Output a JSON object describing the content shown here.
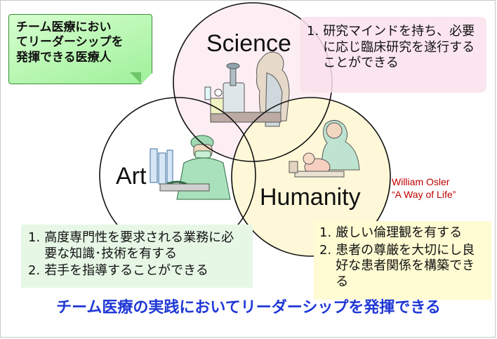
{
  "top_left_note": {
    "lines": [
      "チーム医療におい",
      "てリーダーシップを",
      "発揮できる医療人"
    ]
  },
  "circles": {
    "science": "Science",
    "art": "Art",
    "humanity": "Humanity"
  },
  "science_box": {
    "items": [
      {
        "num": "1.",
        "text": "研究マインドを持ち、必要に応じ臨床研究を遂行することができる"
      }
    ]
  },
  "art_box": {
    "items": [
      {
        "num": "1.",
        "text": "高度専門性を要求される業務に必要な知識･技術を有する"
      },
      {
        "num": "2.",
        "text": "若手を指導することができる"
      }
    ]
  },
  "humanity_box": {
    "items": [
      {
        "num": "1.",
        "text": "厳しい倫理観を有する"
      },
      {
        "num": "2.",
        "text": "患者の尊厳を大切にし良好な患者関係を構築できる"
      }
    ]
  },
  "quote": {
    "author": "William Osler",
    "title": "“A Way of Life”"
  },
  "bottom_statement": "チーム医療の実践においてリーダーシップを発揮できる",
  "colors": {
    "green_note": "#9ff09a",
    "pink_box": "#fae0ec",
    "green_box": "#e6f7e6",
    "yellow_box": "#fffbd2",
    "quote_red": "#c00000",
    "statement_blue": "#1f38d6"
  },
  "icons": [
    "scientist-microscope-clipart",
    "surgeon-clipart",
    "nurse-baby-clipart"
  ]
}
